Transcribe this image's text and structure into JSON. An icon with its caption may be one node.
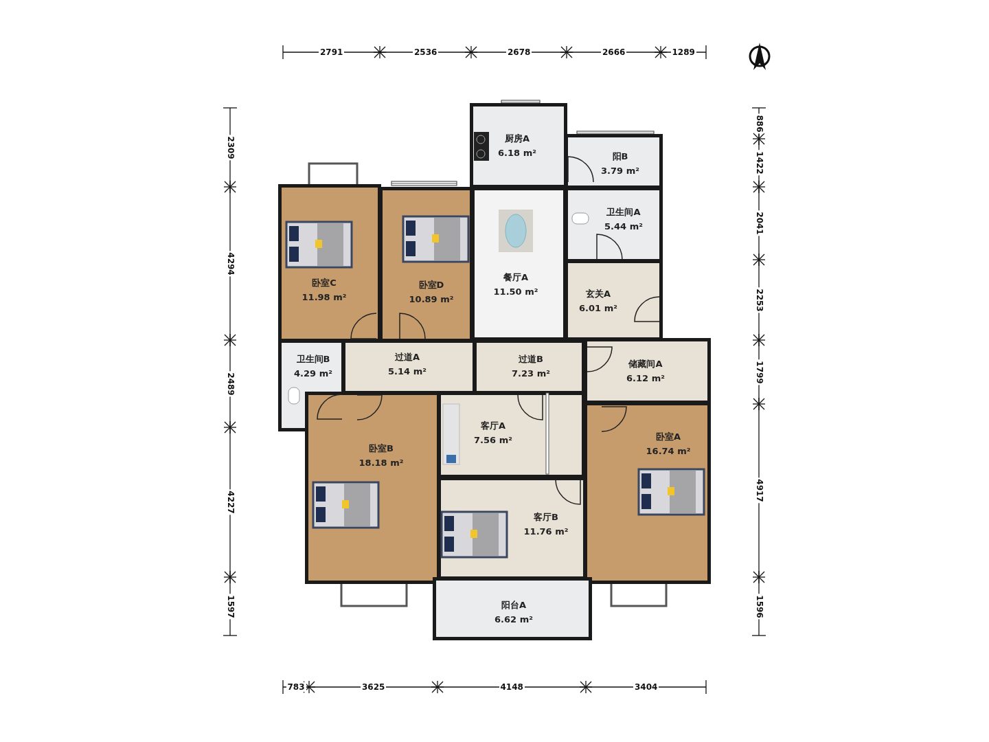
{
  "diagram": {
    "nodes": [
      {
        "text": [
          "厨房A",
          "6.18 m²"
        ]
      },
      {
        "text": [
          "阳B",
          "3.79 m²"
        ]
      },
      {
        "text": [
          "卫生间A",
          "5.44 m²"
        ]
      },
      {
        "text": [
          "卧室C",
          "11.98 m²"
        ]
      },
      {
        "text": [
          "卧室D",
          "10.89 m²"
        ]
      },
      {
        "text": [
          "餐厅A",
          "11.50 m²"
        ]
      },
      {
        "text": [
          "玄关A",
          "6.01 m²"
        ]
      },
      {
        "text": [
          "卫生间B",
          "4.29 m²"
        ]
      },
      {
        "text": [
          "过道A",
          "5.14 m²"
        ]
      },
      {
        "text": [
          "过道B",
          "7.23 m²"
        ]
      },
      {
        "text": [
          "储藏间A",
          "6.12 m²"
        ]
      },
      {
        "text": [
          "客厅A",
          "7.56 m²"
        ]
      },
      {
        "text": [
          "卧室B",
          "18.18 m²"
        ]
      },
      {
        "text": [
          "卧室A",
          "16.74 m²"
        ]
      },
      {
        "text": [
          "客厅B",
          "11.76 m²"
        ]
      },
      {
        "text": [
          "阳台A",
          "6.62 m²"
        ]
      }
    ],
    "labels": [
      "2791",
      "2536",
      "2678",
      "2666",
      "1289",
      "2309",
      "4294",
      "2489",
      "4227",
      "1597",
      "886",
      "1422",
      "2041",
      "2253",
      "1799",
      "4917",
      "1596",
      "783",
      "3625",
      "4148",
      "3404"
    ]
  }
}
